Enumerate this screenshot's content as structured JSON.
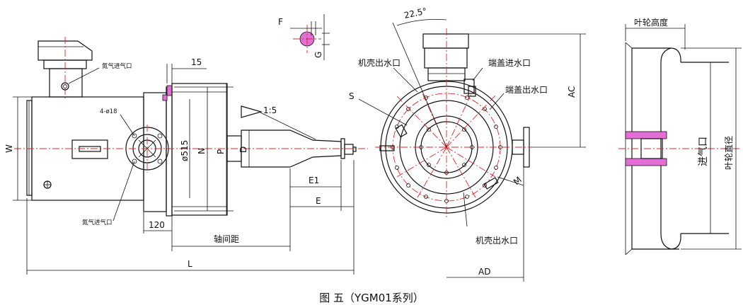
{
  "caption": "图 五（YGM01系列）",
  "views": {
    "side": {
      "inlet_top": "氮气进气口",
      "inlet_bottom": "氮气进气口",
      "bolt_holes": "4-ø18",
      "dim_15": "15",
      "dim_120": "120",
      "dim_W": "W",
      "dim_N": "N",
      "dim_P": "P",
      "dim_D": "D",
      "dim_phi515": "ø515",
      "dim_E1": "E1",
      "dim_E": "E",
      "dim_L": "L",
      "axis_distance": "轴间距",
      "taper": "1:5"
    },
    "key": {
      "F": "F",
      "G": "G"
    },
    "front": {
      "angle": "22.5°",
      "shell_outlet_top": "机壳出水口",
      "cover_inlet": "端盖进水口",
      "cover_outlet": "端盖出水口",
      "shell_outlet_bottom": "机壳出水口",
      "S": "S",
      "M": "M",
      "AC": "AC",
      "AD": "AD"
    },
    "impeller": {
      "height": "叶轮高度",
      "inlet": "进气口",
      "diameter": "叶轮直径"
    }
  }
}
